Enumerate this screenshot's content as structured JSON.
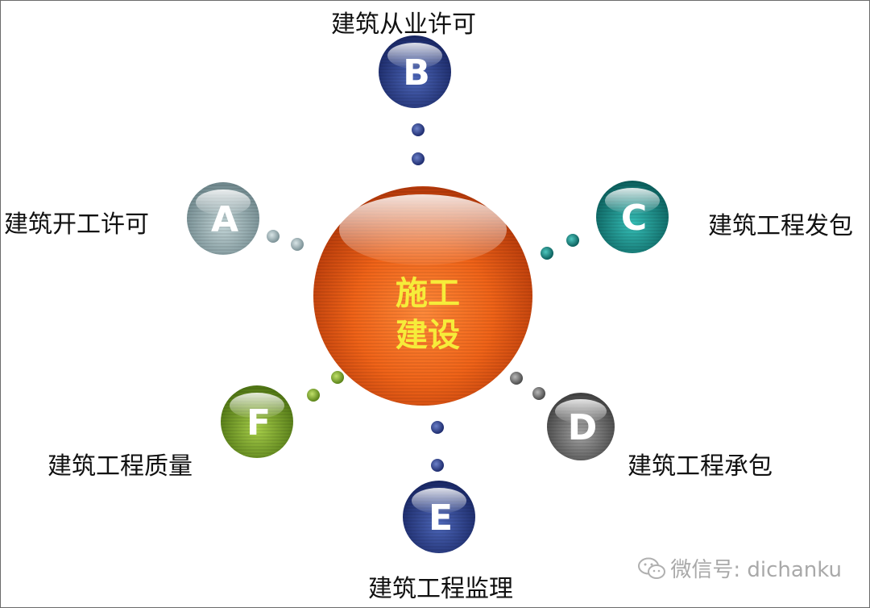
{
  "center": {
    "line1": "施工",
    "line2": "建设"
  },
  "nodes": [
    {
      "letter": "A",
      "label": "建筑开工许可",
      "color": "#93a9ad"
    },
    {
      "letter": "B",
      "label": "建筑从业许可",
      "color": "#263a86"
    },
    {
      "letter": "C",
      "label": "建筑工程发包",
      "color": "#0f8b87"
    },
    {
      "letter": "D",
      "label": "建筑工程承包",
      "color": "#6c6c6c"
    },
    {
      "letter": "E",
      "label": "建筑工程监理",
      "color": "#263a86"
    },
    {
      "letter": "F",
      "label": "建筑工程质量",
      "color": "#78a42a"
    }
  ],
  "watermark": {
    "text": "微信号: dichanku",
    "icon": "wechat-icon"
  }
}
